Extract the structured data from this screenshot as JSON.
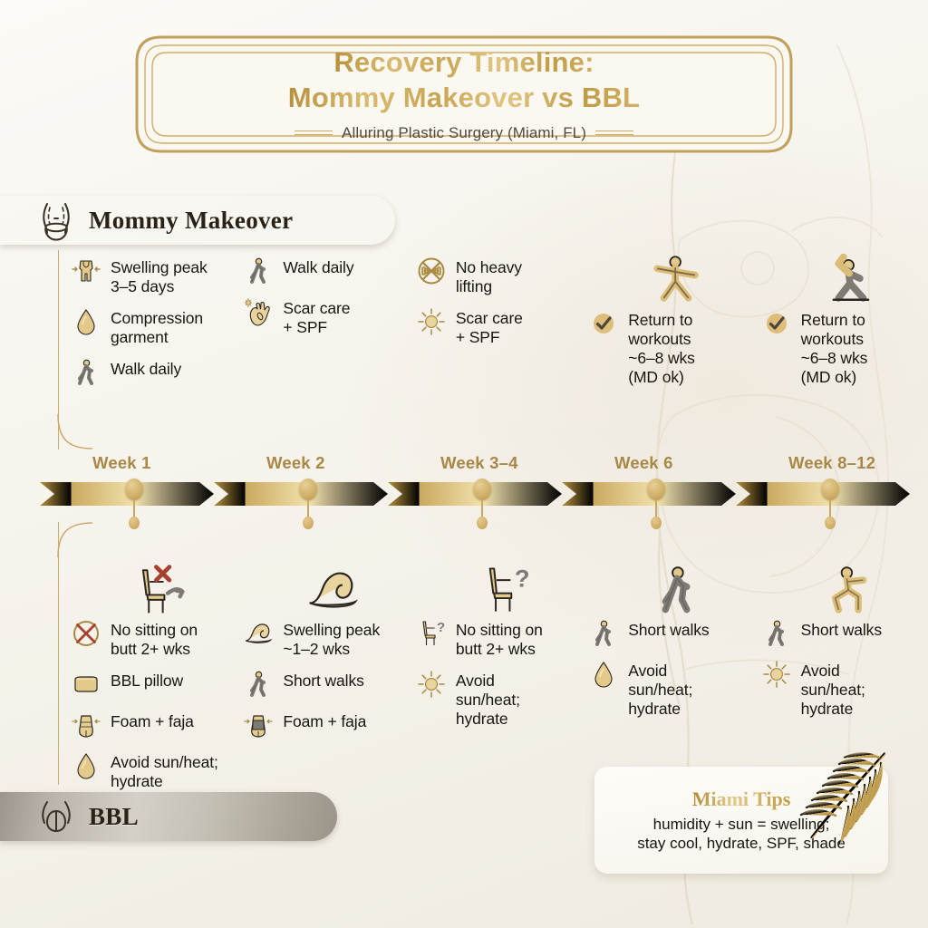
{
  "header": {
    "title_line1": "Recovery Timeline:",
    "title_line2": "Mommy Makeover vs BBL",
    "subtitle": "Alluring Plastic Surgery (Miami, FL)"
  },
  "sections": {
    "mommy_makeover": {
      "label": "Mommy Makeover",
      "icon": "torso-contour-icon"
    },
    "bbl": {
      "label": "BBL",
      "icon": "buttocks-contour-icon"
    }
  },
  "timeline": {
    "weeks": [
      {
        "label": "Week 1"
      },
      {
        "label": "Week 2"
      },
      {
        "label": "Week 3–4"
      },
      {
        "label": "Week 6"
      },
      {
        "label": "Week 8–12"
      }
    ]
  },
  "mm_columns": [
    {
      "week": "Week 1",
      "items": [
        {
          "icon": "compression-garment-icon",
          "text": "Swelling peak\n3–5 days"
        },
        {
          "icon": "droplet-icon",
          "text": "Compression\ngarment"
        },
        {
          "icon": "walking-person-icon",
          "text": "Walk daily"
        }
      ]
    },
    {
      "week": "Week 2",
      "items": [
        {
          "icon": "walking-person-icon",
          "text": "Walk daily"
        },
        {
          "icon": "hand-sunscreen-icon",
          "text": "Scar care\n+ SPF"
        }
      ]
    },
    {
      "week": "Week 3–4",
      "items": [
        {
          "icon": "no-heavy-lifting-icon",
          "text": "No heavy\nlifting"
        },
        {
          "icon": "sun-icon",
          "text": "Scar care\n+ SPF"
        }
      ]
    },
    {
      "week": "Week 6",
      "big_icon": "stretching-person-icon",
      "items": [
        {
          "icon": "check-circle-icon",
          "text": "Return to\nworkouts\n~6–8 wks\n(MD ok)"
        }
      ]
    },
    {
      "week": "Week 8–12",
      "big_icon": "yoga-warrior-person-icon",
      "items": [
        {
          "icon": "check-circle-icon",
          "text": "Return to\nworkouts\n~6–8 wks\n(MD ok)"
        }
      ]
    }
  ],
  "bbl_columns": [
    {
      "week": "Week 1",
      "big_icon": "no-sitting-chair-icon",
      "items": [
        {
          "icon": "circle-cross-icon",
          "text": "No sitting on\nbutt 2+ wks"
        },
        {
          "icon": "pillow-icon",
          "text": "BBL pillow"
        },
        {
          "icon": "faja-icon",
          "text": "Foam + faja"
        },
        {
          "icon": "droplet-icon",
          "text": "Avoid sun/heat;\nhydrate"
        }
      ]
    },
    {
      "week": "Week 2",
      "big_icon": "wave-icon",
      "items": [
        {
          "icon": "wave-icon",
          "text": "Swelling peak\n~1–2 wks"
        },
        {
          "icon": "walking-person-icon",
          "text": "Short walks"
        },
        {
          "icon": "faja-gray-icon",
          "text": "Foam + faja"
        }
      ]
    },
    {
      "week": "Week 3–4",
      "big_icon": "chair-question-icon",
      "items": [
        {
          "icon": "chair-question-icon",
          "text": "No sitting on\nbutt 2+ wks"
        },
        {
          "icon": "sun-icon",
          "text": "Avoid\nsun/heat;\nhydrate"
        }
      ]
    },
    {
      "week": "Week 6",
      "big_icon": "walking-person-icon",
      "items": [
        {
          "icon": "walking-person-icon",
          "text": "Short walks"
        },
        {
          "icon": "droplet-icon",
          "text": "Avoid\nsun/heat;\nhydrate"
        }
      ]
    },
    {
      "week": "Week 8–12",
      "big_icon": "running-person-icon",
      "items": [
        {
          "icon": "walking-person-icon",
          "text": "Short walks"
        },
        {
          "icon": "sun-icon",
          "text": "Avoid\nsun/heat;\nhydrate"
        }
      ]
    }
  ],
  "miami_tips": {
    "title": "Miami Tips",
    "line1": "humidity + sun = swelling;",
    "line2": "stay cool, hydrate, SPF, shade",
    "decoration": "palm-leaf-icon"
  },
  "colors": {
    "gold": "#c5a košt",
    "gold_text": "#a88747",
    "gold_light": "#f0dda8",
    "gold_dark": "#b08e45",
    "silver": "#c4bfb4",
    "ink": "#17160f",
    "red_cross": "#a8402f",
    "gray_figure": "#7e7a74",
    "background": "#f6f3ec"
  }
}
